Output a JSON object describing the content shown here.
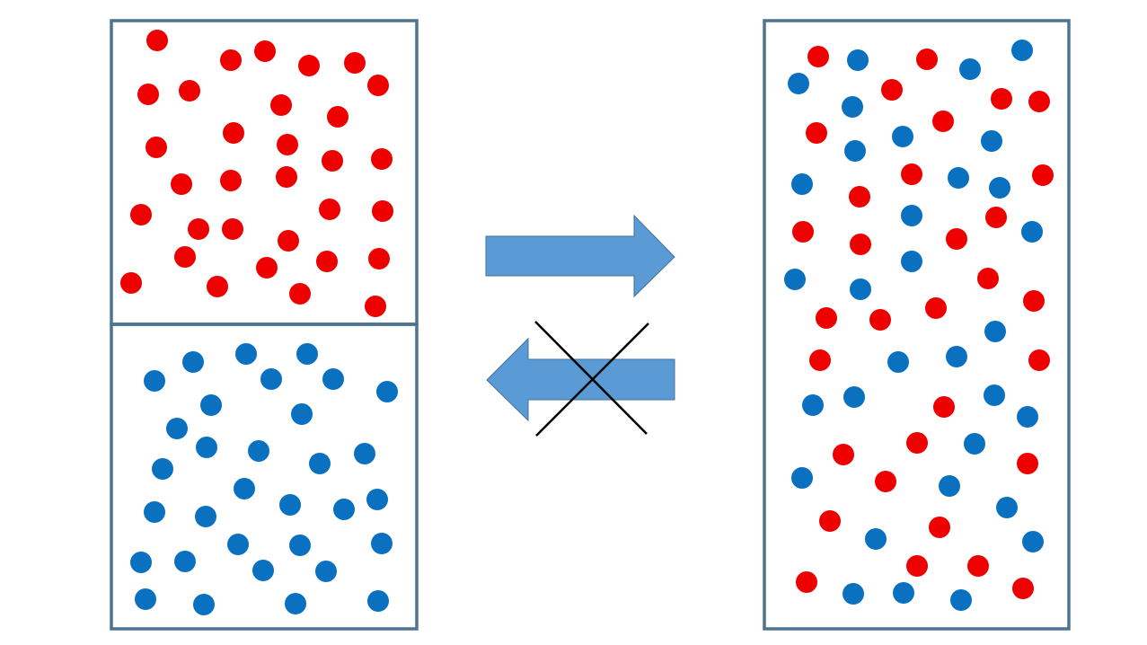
{
  "colors": {
    "background": "#ffffff",
    "border": "#4d7491",
    "red_particle": "#ee0000",
    "blue_particle": "#0a70c0",
    "arrow_fill": "#5b9bd5",
    "arrow_stroke": "#41719c",
    "cross": "#000000"
  },
  "process": {
    "forward_arrow": {
      "icon": "arrow-right-icon",
      "direction": "right",
      "allowed": true
    },
    "reverse_arrow": {
      "icon": "arrow-left-icon",
      "direction": "left",
      "allowed": false,
      "cross_icon": "x-cross-icon"
    }
  },
  "particle_counts": {
    "before_red": 34,
    "before_blue": 36,
    "after_red": 35,
    "after_blue": 35
  }
}
